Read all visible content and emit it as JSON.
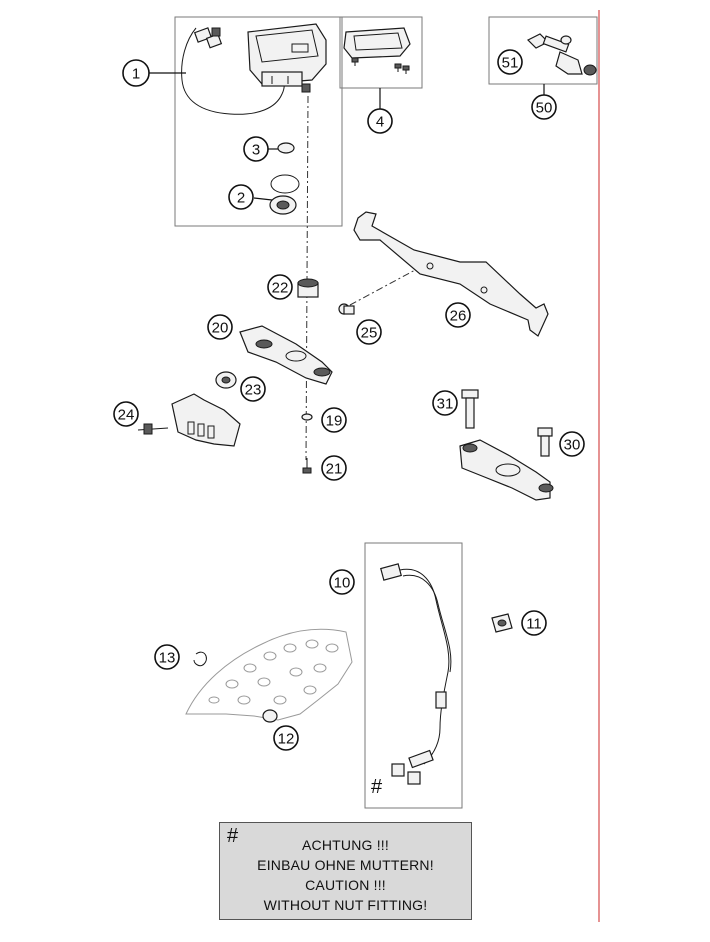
{
  "callouts": {
    "c1": "1",
    "c2": "2",
    "c3": "3",
    "c4": "4",
    "c10": "10",
    "c11": "11",
    "c12": "12",
    "c13": "13",
    "c19": "19",
    "c20": "20",
    "c21": "21",
    "c22": "22",
    "c23": "23",
    "c24": "24",
    "c25": "25",
    "c26": "26",
    "c30": "30",
    "c31": "31",
    "c50": "50",
    "c51": "51"
  },
  "note": {
    "symbol": "#",
    "line1": "ACHTUNG !!!",
    "line2": "EINBAU OHNE MUTTERN!",
    "line3": "CAUTION !!!",
    "line4": "WITHOUT NUT FITTING!"
  },
  "hash_marker": "#"
}
